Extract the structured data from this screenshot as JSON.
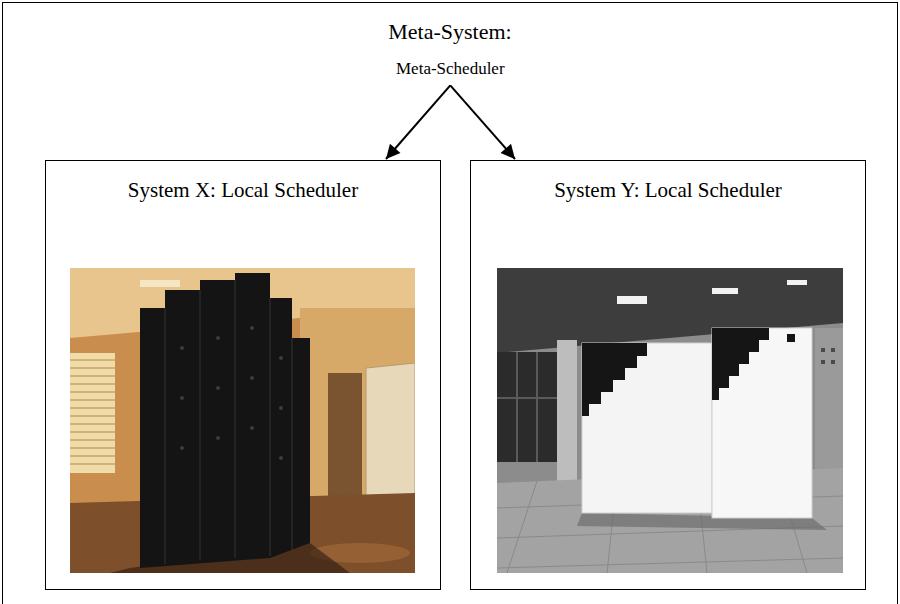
{
  "diagram": {
    "nodes": [
      {
        "text": [
          "Meta-System:"
        ]
      },
      {
        "text": [
          "Meta-Scheduler"
        ],
        "in": 0
      },
      {
        "text": [
          "System X: Local Scheduler"
        ],
        "in": 0
      },
      {
        "text": [
          "System Y: Local Scheduler"
        ],
        "in": 0
      }
    ],
    "edges": [
      {
        "from": 1,
        "to": 2,
        "arrow": "to"
      },
      {
        "from": 1,
        "to": 3,
        "arrow": "to"
      }
    ]
  }
}
